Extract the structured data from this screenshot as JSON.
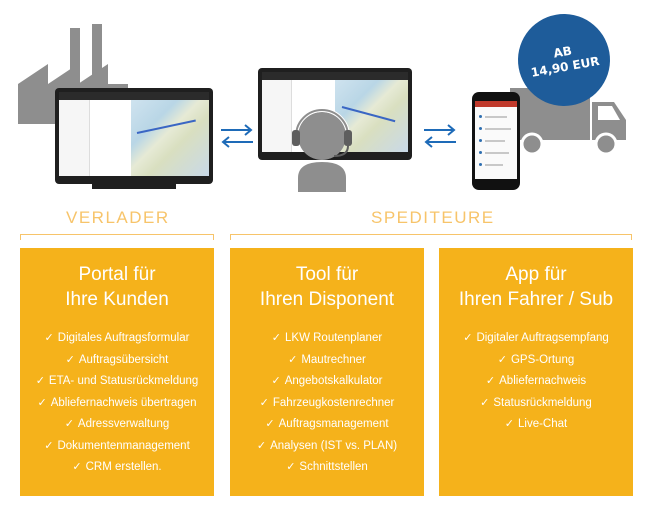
{
  "price_badge": {
    "line1": "AB",
    "line2": "14,90 EUR"
  },
  "sections": {
    "shipper_label": "VERLADER",
    "forwarder_label": "SPEDITEURE"
  },
  "cards": [
    {
      "title_line1": "Portal für",
      "title_line2": "Ihre Kunden",
      "items": [
        "Digitales Auftragsformular",
        "Auftragsübersicht",
        "ETA- und Statusrückmeldung",
        "Abliefernachweis übertragen",
        "Adressverwaltung",
        "Dokumentenmanagement",
        "CRM erstellen."
      ]
    },
    {
      "title_line1": "Tool für",
      "title_line2": "Ihren Disponent",
      "items": [
        "LKW Routenplaner",
        "Mautrechner",
        "Angebotskalkulator",
        "Fahrzeugkostenrechner",
        "Auftragsmanagement",
        "Analysen (IST vs. PLAN)",
        "Schnittstellen"
      ]
    },
    {
      "title_line1": "App für",
      "title_line2": "Ihren Fahrer / Sub",
      "items": [
        "Digitaler Auftragsempfang",
        "GPS-Ortung",
        "Abliefernachweis",
        "Statusrückmeldung",
        "Live-Chat"
      ]
    }
  ],
  "colors": {
    "card_bg": "#f5b21b",
    "label_color": "#f7c46a",
    "badge_bg": "#1e5c9a",
    "arrow_color": "#1e6bb8",
    "illustration_gray": "#8e8e8e"
  },
  "icons": [
    "factory-icon",
    "monitor-icon",
    "headset-operator-icon",
    "smartphone-icon",
    "truck-icon",
    "exchange-arrows-icon",
    "check-icon"
  ]
}
